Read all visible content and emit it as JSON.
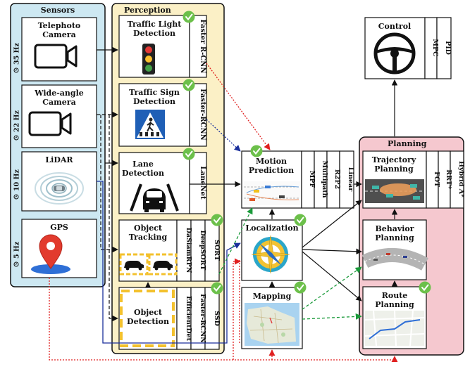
{
  "sensors": {
    "title": "Sensors",
    "items": [
      {
        "name_lines": [
          "Telephoto",
          "Camera"
        ],
        "rate": "35 Hz",
        "icon": "camera-icon"
      },
      {
        "name_lines": [
          "Wide-angle",
          "Camera"
        ],
        "rate": "22 Hz",
        "icon": "camera-icon"
      },
      {
        "name_lines": [
          "LiDAR"
        ],
        "rate": "10 Hz",
        "icon": "lidar-icon"
      },
      {
        "name_lines": [
          "GPS"
        ],
        "rate": "5 Hz",
        "icon": "location-pin-icon"
      }
    ]
  },
  "perception": {
    "title": "Perception",
    "modules": [
      {
        "title_lines": [
          "Traffic Light",
          "Detection"
        ],
        "methods": [
          "Faster R-CNN"
        ],
        "icon": "traffic-light-icon"
      },
      {
        "title_lines": [
          "Traffic Sign",
          "Detection"
        ],
        "methods": [
          "Faster-RCNN"
        ],
        "icon": "pedestrian-crossing-sign-icon"
      },
      {
        "title_lines": [
          "Lane",
          "Detection"
        ],
        "methods": [
          "LaneNet"
        ],
        "icon": "car-lanes-icon"
      },
      {
        "title_lines": [
          "Object",
          "Tracking"
        ],
        "methods": [
          "DaSiamRPN",
          "DeepSORT",
          "SORT"
        ],
        "icon": "tracked-cars-icon"
      },
      {
        "title_lines": [
          "Object",
          "Detection"
        ],
        "methods": [
          "EfficientDet",
          "Faster-RCNN",
          "SSD"
        ],
        "icon": "detection-frame-icon"
      }
    ]
  },
  "motion_prediction": {
    "title_lines": [
      "Motion",
      "Prediction"
    ],
    "methods": [
      "MPF",
      "Multipath",
      "R2P2",
      "Linear"
    ]
  },
  "localization": {
    "title": "Localization"
  },
  "mapping": {
    "title": "Mapping"
  },
  "planning": {
    "title": "Planning",
    "modules": [
      {
        "title_lines": [
          "Trajectory",
          "Planning"
        ],
        "methods": [
          "FOT",
          "RRT*",
          "Hybrid A*"
        ]
      },
      {
        "title_lines": [
          "Behavior",
          "Planning"
        ],
        "methods": []
      },
      {
        "title_lines": [
          "Route",
          "Planning"
        ],
        "methods": []
      }
    ]
  },
  "control": {
    "title": "Control",
    "methods": [
      "MPC",
      "PID"
    ],
    "icon": "steering-wheel-icon"
  },
  "colors": {
    "sensors_bg": "#cde8f2",
    "perception_bg": "#fbf0c6",
    "planning_bg": "#f5c8cf",
    "check_green": "#6cc04a",
    "red_arrow": "#e02020",
    "blue_arrow": "#1a2f9c",
    "green_arrow": "#1a9a3a"
  }
}
